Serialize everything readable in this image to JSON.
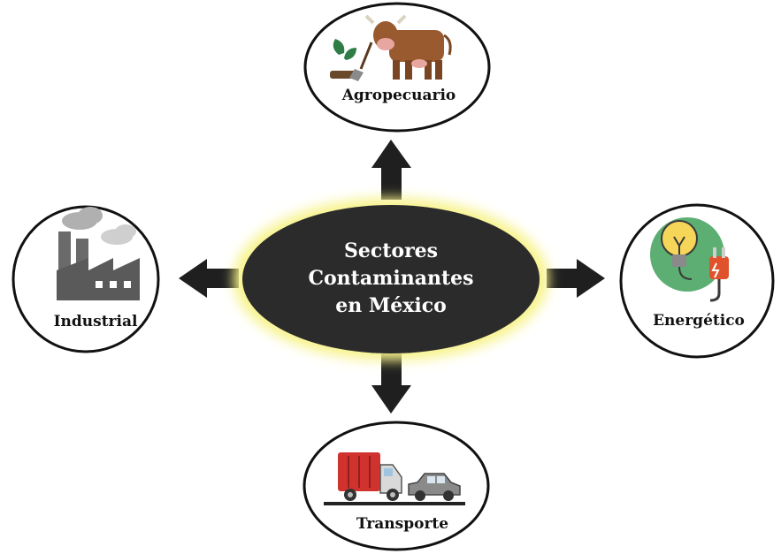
{
  "center": {
    "lines": [
      "Sectores",
      "Contaminantes",
      "en México"
    ]
  },
  "nodes": {
    "top": {
      "label": "Agropecuario",
      "icon": "cow-and-plant-icon"
    },
    "left": {
      "label": "Industrial",
      "icon": "factory-icon"
    },
    "right": {
      "label": "Energético",
      "icon": "lightbulb-plug-icon"
    },
    "bottom": {
      "label": "Transporte",
      "icon": "truck-and-car-icon"
    }
  },
  "colors": {
    "center_fill": "#2b2b2b",
    "center_glow": "#f7f38a",
    "arrow": "#1f1f1f",
    "node_border": "#111111",
    "energy_circle": "#5cae72",
    "truck_red": "#d0322e",
    "cow_brown": "#9a5a2f",
    "factory_gray": "#5a5a5a"
  }
}
